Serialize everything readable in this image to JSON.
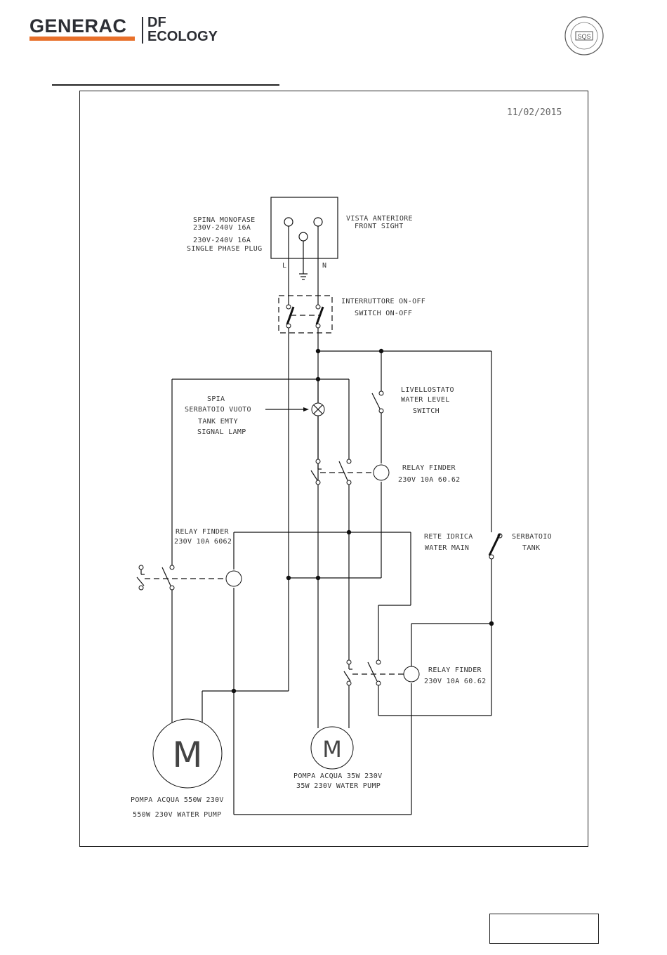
{
  "header": {
    "brand": "GENERAC",
    "sub_brand_1": "DF",
    "sub_brand_2": "ECOLOGY",
    "brand_color": "#e8702a",
    "seal_text": "SQS"
  },
  "diagram": {
    "date": "11/02/2015",
    "plug": {
      "label_it_1": "SPINA MONOFASE",
      "label_it_2": "230V-240V 16A",
      "label_en_1": "230V-240V 16A",
      "label_en_2": "SINGLE PHASE PLUG",
      "view_it": "VISTA ANTERIORE",
      "view_en": "FRONT SIGHT",
      "pin_l": "L",
      "pin_n": "N"
    },
    "switch": {
      "label_it": "INTERRUTTORE ON-OFF",
      "label_en": "SWITCH ON-OFF"
    },
    "lamp": {
      "line1": "SPIA",
      "line2": "SERBATOIO VUOTO",
      "line3": "TANK EMTY",
      "line4": "SIGNAL LAMP"
    },
    "level_switch": {
      "line1": "LIVELLOSTATO",
      "line2": "WATER LEVEL",
      "line3": "SWITCH"
    },
    "relay_top": {
      "name": "RELAY FINDER",
      "spec": "230V 10A 60.62"
    },
    "relay_left": {
      "name": "RELAY FINDER",
      "spec": "230V 10A 6062"
    },
    "relay_bottom": {
      "name": "RELAY FINDER",
      "spec": "230V 10A 60.62"
    },
    "water_main": {
      "line1": "RETE IDRICA",
      "line2": "WATER MAIN"
    },
    "tank": {
      "line1": "SERBATOIO",
      "line2": "TANK"
    },
    "pump_big": {
      "symbol": "M",
      "label_it": "POMPA ACQUA 550W 230V",
      "label_en": "550W 230V WATER PUMP"
    },
    "pump_small": {
      "symbol": "M",
      "label_it": "POMPA ACQUA 35W 230V",
      "label_en": "35W 230V WATER PUMP"
    }
  }
}
